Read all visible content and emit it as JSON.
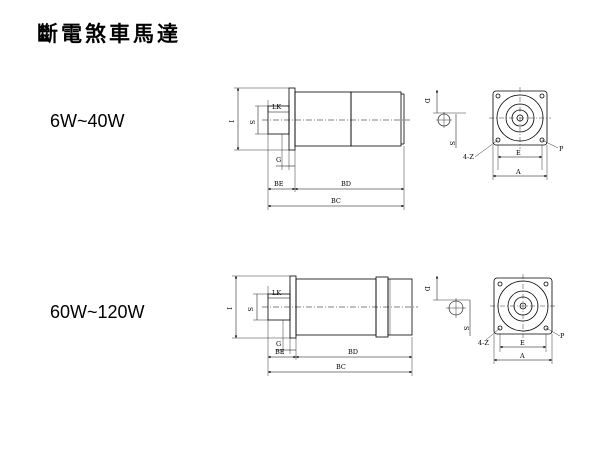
{
  "title": "斷電煞車馬達",
  "drawings": [
    {
      "range": "6W~40W",
      "dims": {
        "I": "I",
        "S": "S",
        "LK": "LK",
        "G": "G",
        "BE": "BE",
        "BD": "BD",
        "BC": "BC",
        "D": "D",
        "S2": "S",
        "Z": "4-Z",
        "E": "E",
        "A": "A",
        "P": "P"
      }
    },
    {
      "range": "60W~120W",
      "dims": {
        "I": "I",
        "S": "S",
        "LK": "LK",
        "G": "G",
        "BE": "BE",
        "BD": "BD",
        "BC": "BC",
        "D": "D",
        "S2": "S",
        "Z": "4-Z",
        "E": "E",
        "A": "A",
        "P": "P"
      }
    }
  ]
}
